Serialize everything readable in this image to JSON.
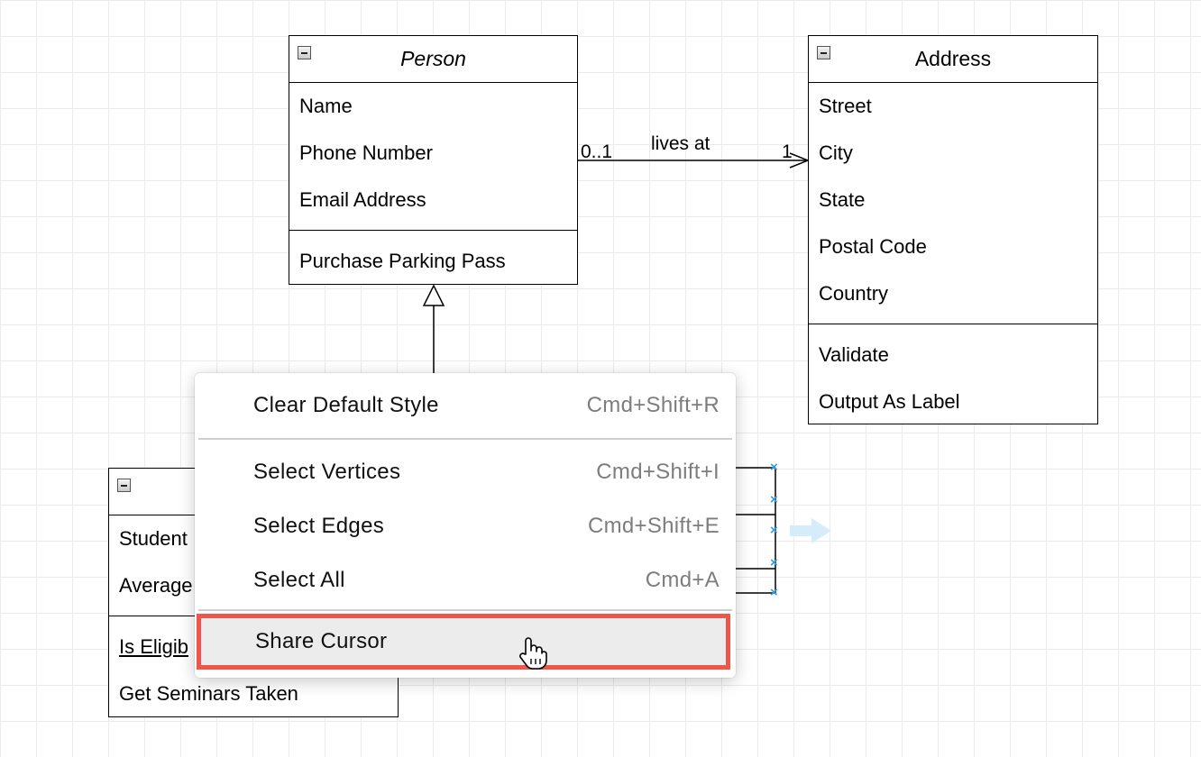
{
  "diagram": {
    "person": {
      "title": "Person",
      "attributes": [
        "Name",
        "Phone Number",
        "Email Address"
      ],
      "operations": [
        "Purchase Parking Pass"
      ]
    },
    "address": {
      "title": "Address",
      "attributes": [
        "Street",
        "City",
        "State",
        "Postal Code",
        "Country"
      ],
      "operations": [
        "Validate",
        "Output As Label"
      ]
    },
    "student": {
      "title": "",
      "attributes": [
        "Student",
        "Average"
      ],
      "operations": [
        "Is Eligib",
        "Get Seminars Taken"
      ]
    },
    "association": {
      "label": "lives at",
      "source_multiplicity": "0..1",
      "target_multiplicity": "1"
    }
  },
  "context_menu": {
    "items": [
      {
        "label": "Clear Default Style",
        "shortcut": "Cmd+Shift+R"
      },
      {
        "label": "Select Vertices",
        "shortcut": "Cmd+Shift+I"
      },
      {
        "label": "Select Edges",
        "shortcut": "Cmd+Shift+E"
      },
      {
        "label": "Select All",
        "shortcut": "Cmd+A"
      },
      {
        "label": "Share Cursor",
        "shortcut": ""
      }
    ],
    "highlighted_item": "Share Cursor",
    "highlight_color": "#f0554a"
  },
  "colors": {
    "grid": "#ebebeb",
    "selection_handle": "#2e9de6",
    "shortcut_text": "#7d7d7d"
  },
  "icons": {
    "collapse": "collapse-icon",
    "cursor": "hand-pointer-icon",
    "connection_arrow": "connection-arrow-icon"
  }
}
